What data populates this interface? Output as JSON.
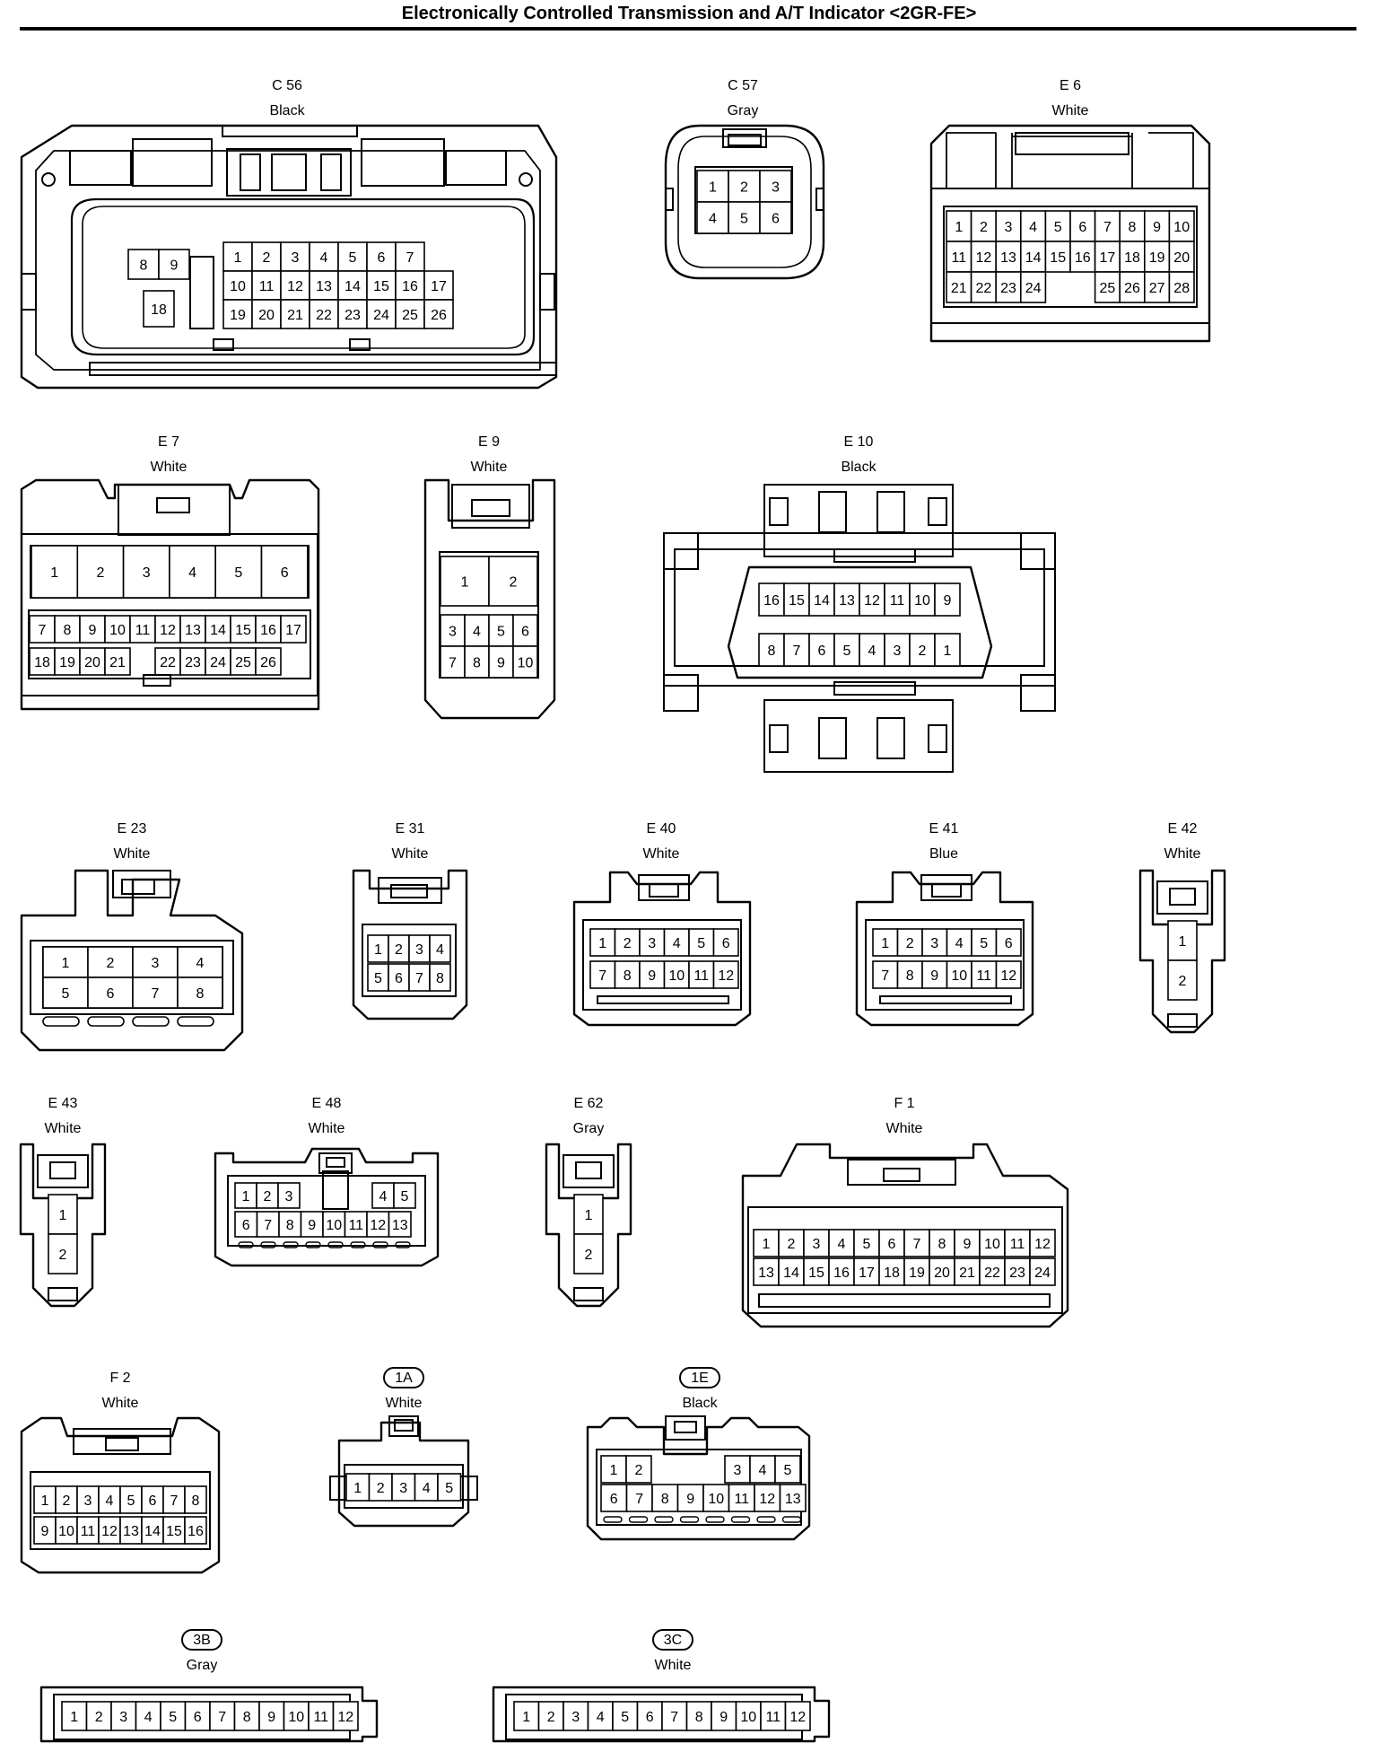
{
  "title": "Electronically Controlled Transmission and A/T Indicator <2GR-FE>",
  "connectors": [
    {
      "id": "C56",
      "name": "C 56",
      "color": "Black",
      "boxed": false,
      "pins": [
        [
          "8",
          "9"
        ],
        [
          "18"
        ],
        [
          "1",
          "2",
          "3",
          "4",
          "5",
          "6",
          "7"
        ],
        [
          "10",
          "11",
          "12",
          "13",
          "14",
          "15",
          "16",
          "17"
        ],
        [
          "19",
          "20",
          "21",
          "22",
          "23",
          "24",
          "25",
          "26"
        ]
      ]
    },
    {
      "id": "C57",
      "name": "C 57",
      "color": "Gray",
      "boxed": false,
      "pins": [
        [
          "1",
          "2",
          "3"
        ],
        [
          "4",
          "5",
          "6"
        ]
      ]
    },
    {
      "id": "E6",
      "name": "E 6",
      "color": "White",
      "boxed": false,
      "pins": [
        [
          "1",
          "2",
          "3",
          "4",
          "5",
          "6",
          "7",
          "8",
          "9",
          "10"
        ],
        [
          "11",
          "12",
          "13",
          "14",
          "15",
          "16",
          "17",
          "18",
          "19",
          "20"
        ],
        [
          "21",
          "22",
          "23",
          "24",
          "",
          "",
          "25",
          "26",
          "27",
          "28"
        ]
      ]
    },
    {
      "id": "E7",
      "name": "E 7",
      "color": "White",
      "boxed": false,
      "pins": [
        [
          "1",
          "2",
          "3",
          "4",
          "5",
          "6"
        ],
        [
          "7",
          "8",
          "9",
          "10",
          "11",
          "12",
          "13",
          "14",
          "15",
          "16",
          "17"
        ],
        [
          "18",
          "19",
          "20",
          "21",
          "",
          "22",
          "23",
          "24",
          "25",
          "26"
        ]
      ]
    },
    {
      "id": "E9",
      "name": "E 9",
      "color": "White",
      "boxed": false,
      "pins": [
        [
          "1",
          "2"
        ],
        [
          "3",
          "4",
          "5",
          "6"
        ],
        [
          "7",
          "8",
          "9",
          "10"
        ]
      ]
    },
    {
      "id": "E10",
      "name": "E 10",
      "color": "Black",
      "boxed": false,
      "pins": [
        [
          "16",
          "15",
          "14",
          "13",
          "12",
          "11",
          "10",
          "9"
        ],
        [
          "8",
          "7",
          "6",
          "5",
          "4",
          "3",
          "2",
          "1"
        ]
      ]
    },
    {
      "id": "E23",
      "name": "E 23",
      "color": "White",
      "boxed": false,
      "pins": [
        [
          "1",
          "2",
          "3",
          "4"
        ],
        [
          "5",
          "6",
          "7",
          "8"
        ]
      ]
    },
    {
      "id": "E31",
      "name": "E 31",
      "color": "White",
      "boxed": false,
      "pins": [
        [
          "1",
          "2",
          "3",
          "4"
        ],
        [
          "5",
          "6",
          "7",
          "8"
        ]
      ]
    },
    {
      "id": "E40",
      "name": "E 40",
      "color": "White",
      "boxed": false,
      "pins": [
        [
          "1",
          "2",
          "3",
          "4",
          "5",
          "6"
        ],
        [
          "7",
          "8",
          "9",
          "10",
          "11",
          "12"
        ]
      ]
    },
    {
      "id": "E41",
      "name": "E 41",
      "color": "Blue",
      "boxed": false,
      "pins": [
        [
          "1",
          "2",
          "3",
          "4",
          "5",
          "6"
        ],
        [
          "7",
          "8",
          "9",
          "10",
          "11",
          "12"
        ]
      ]
    },
    {
      "id": "E42",
      "name": "E 42",
      "color": "White",
      "boxed": false,
      "pins": [
        [
          "1"
        ],
        [
          "2"
        ]
      ]
    },
    {
      "id": "E43",
      "name": "E 43",
      "color": "White",
      "boxed": false,
      "pins": [
        [
          "1"
        ],
        [
          "2"
        ]
      ]
    },
    {
      "id": "E48",
      "name": "E 48",
      "color": "White",
      "boxed": false,
      "pins": [
        [
          "1",
          "2",
          "3",
          "4",
          "5"
        ],
        [
          "6",
          "7",
          "8",
          "9",
          "10",
          "11",
          "12",
          "13"
        ]
      ]
    },
    {
      "id": "E62",
      "name": "E 62",
      "color": "Gray",
      "boxed": false,
      "pins": [
        [
          "1"
        ],
        [
          "2"
        ]
      ]
    },
    {
      "id": "F1",
      "name": "F 1",
      "color": "White",
      "boxed": false,
      "pins": [
        [
          "1",
          "2",
          "3",
          "4",
          "5",
          "6",
          "7",
          "8",
          "9",
          "10",
          "11",
          "12"
        ],
        [
          "13",
          "14",
          "15",
          "16",
          "17",
          "18",
          "19",
          "20",
          "21",
          "22",
          "23",
          "24"
        ]
      ]
    },
    {
      "id": "F2",
      "name": "F 2",
      "color": "White",
      "boxed": false,
      "pins": [
        [
          "1",
          "2",
          "3",
          "4",
          "5",
          "6",
          "7",
          "8"
        ],
        [
          "9",
          "10",
          "11",
          "12",
          "13",
          "14",
          "15",
          "16"
        ]
      ]
    },
    {
      "id": "1A",
      "name": "1A",
      "color": "White",
      "boxed": true,
      "pins": [
        [
          "1",
          "2",
          "3",
          "4",
          "5"
        ]
      ]
    },
    {
      "id": "1E",
      "name": "1E",
      "color": "Black",
      "boxed": true,
      "pins": [
        [
          "1",
          "2",
          "3",
          "4",
          "5"
        ],
        [
          "6",
          "7",
          "8",
          "9",
          "10",
          "11",
          "12",
          "13"
        ]
      ]
    },
    {
      "id": "3B",
      "name": "3B",
      "color": "Gray",
      "boxed": true,
      "pins": [
        [
          "1",
          "2",
          "3",
          "4",
          "5",
          "6",
          "7",
          "8",
          "9",
          "10",
          "11",
          "12"
        ]
      ]
    },
    {
      "id": "3C",
      "name": "3C",
      "color": "White",
      "boxed": true,
      "pins": [
        [
          "1",
          "2",
          "3",
          "4",
          "5",
          "6",
          "7",
          "8",
          "9",
          "10",
          "11",
          "12"
        ]
      ]
    }
  ]
}
